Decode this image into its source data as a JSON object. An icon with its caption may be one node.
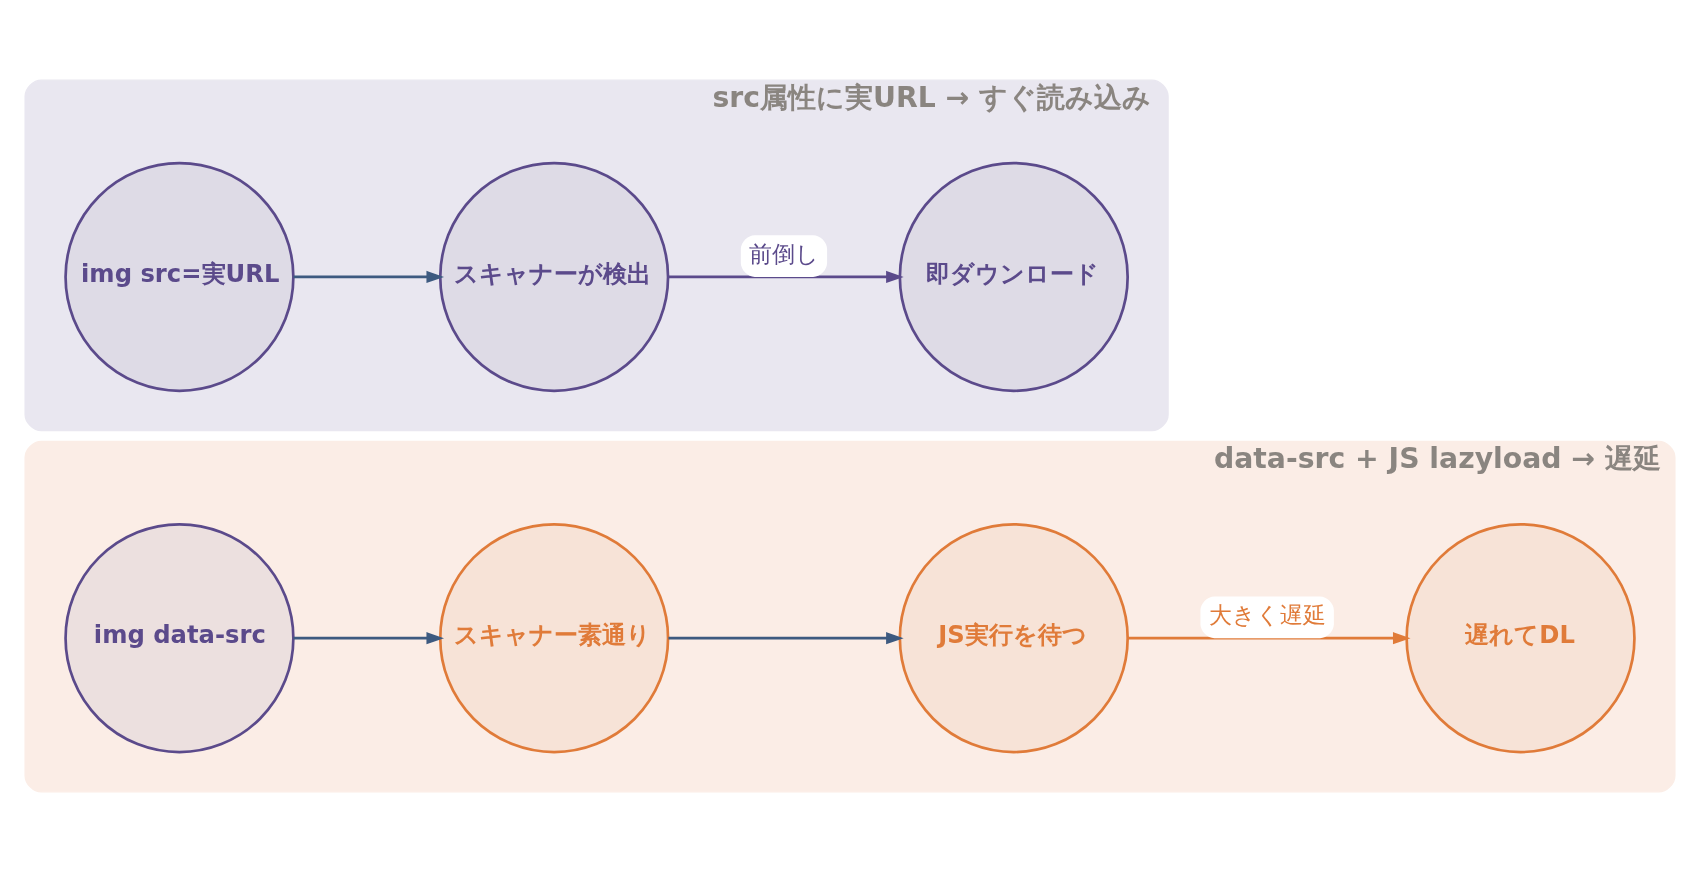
{
  "diagram": {
    "nodes": [
      {
        "text": [
          "src属性に実URL → すぐ読み込み"
        ]
      },
      {
        "text": [
          "img src=実URL"
        ],
        "in": 0
      },
      {
        "text": [
          "スキャナーが検出"
        ],
        "in": 0
      },
      {
        "text": [
          "即ダウンロード"
        ],
        "in": 0
      },
      {
        "text": [
          "data-src + JS lazyload → 遅延"
        ]
      },
      {
        "text": [
          "img data-src"
        ],
        "in": 4
      },
      {
        "text": [
          "スキャナー素通り"
        ],
        "in": 4
      },
      {
        "text": [
          "JS実行を待つ"
        ],
        "in": 4
      },
      {
        "text": [
          "遅れてDL"
        ],
        "in": 4
      }
    ],
    "edges": [
      {
        "from": 1,
        "to": 2,
        "arrow": "to"
      },
      {
        "from": 2,
        "to": 3,
        "arrow": "to",
        "label": "前倒し",
        "color": "#5b4a8b"
      },
      {
        "from": 5,
        "to": 6,
        "arrow": "to"
      },
      {
        "from": 6,
        "to": 7,
        "arrow": "to"
      },
      {
        "from": 7,
        "to": 8,
        "arrow": "to",
        "label": "大きく遅延",
        "color": "#e07b39"
      }
    ]
  }
}
